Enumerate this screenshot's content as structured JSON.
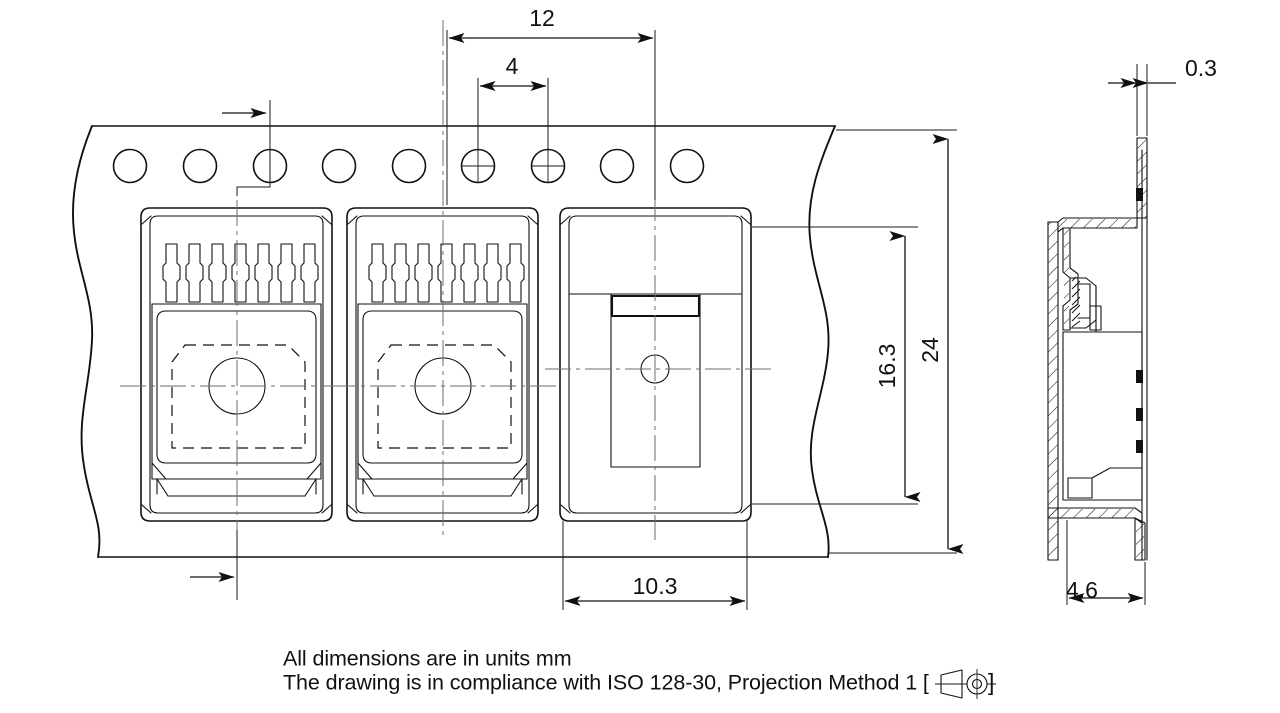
{
  "document": {
    "type": "engineering-drawing",
    "subject": "tape-and-reel packaging dimensional drawing",
    "units": "mm",
    "projection_method": "ISO 128-30, Projection Method 1"
  },
  "dimensions": {
    "pitch_pocket": "12",
    "sprocket_pitch": "4",
    "tape_width": "24",
    "pocket_center_height": "16.3",
    "pocket_width": "10.3",
    "tape_thickness": "0.3",
    "pocket_depth": "4.6"
  },
  "notes": {
    "line1": "All dimensions are in units mm",
    "line2": "The drawing is in compliance with ISO 128-30, Projection Method 1 [",
    "line2_close": "]"
  },
  "views": {
    "plan": {
      "name": "plan-view-carrier-tape",
      "sprocket_hole_count": 9,
      "pocket_count": 3,
      "pin_count_per_component": 7
    },
    "section": {
      "name": "section-view-carrier-tape",
      "label": "cross-section"
    }
  },
  "symbols": {
    "feed_direction": "feed-direction-arrow",
    "projection_symbol": "first-angle-projection-symbol"
  },
  "colors": {
    "line": "#111111",
    "center_line": "#6e6e6e",
    "background": "#ffffff"
  }
}
